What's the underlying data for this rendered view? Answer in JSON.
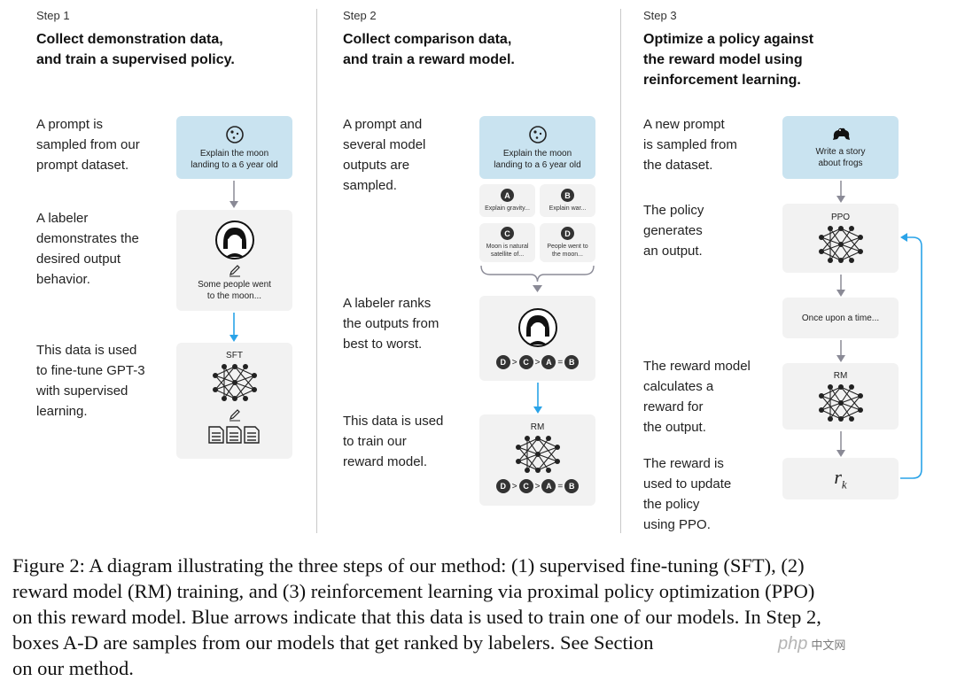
{
  "step1": {
    "label": "Step 1",
    "title_lines": [
      "Collect demonstration data,",
      "and train a supervised policy."
    ],
    "desc1": [
      "A prompt is",
      "sampled from our",
      "prompt dataset."
    ],
    "desc2": [
      "A labeler",
      "demonstrates the",
      "desired output",
      "behavior."
    ],
    "desc3": [
      "This data is used",
      "to fine-tune GPT-3",
      "with supervised",
      "learning."
    ],
    "prompt_box": [
      "Explain the moon",
      "landing to a 6 year old"
    ],
    "demo_box": [
      "Some people went",
      "to the moon..."
    ],
    "model_label": "SFT"
  },
  "step2": {
    "label": "Step 2",
    "title_lines": [
      "Collect comparison data,",
      "and train a reward model."
    ],
    "desc1": [
      "A prompt and",
      "several model",
      "outputs are",
      "sampled."
    ],
    "desc2": [
      "A labeler ranks",
      "the outputs from",
      "best to worst."
    ],
    "desc3": [
      "This data is used",
      "to train our",
      "reward model."
    ],
    "prompt_box": [
      "Explain the moon",
      "landing to a 6 year old"
    ],
    "outputs": [
      {
        "letter": "A",
        "text": [
          "Explain gravity..."
        ]
      },
      {
        "letter": "B",
        "text": [
          "Explain war..."
        ]
      },
      {
        "letter": "C",
        "text": [
          "Moon is natural",
          "satellite of..."
        ]
      },
      {
        "letter": "D",
        "text": [
          "People went to",
          "the moon..."
        ]
      }
    ],
    "ranking": [
      "D",
      ">",
      "C",
      ">",
      "A",
      "=",
      "B"
    ],
    "model_label": "RM"
  },
  "step3": {
    "label": "Step 3",
    "title_lines": [
      "Optimize a policy against",
      "the reward model using",
      "reinforcement learning."
    ],
    "desc1": [
      "A new prompt",
      "is sampled from",
      "the dataset."
    ],
    "desc2": [
      "The policy",
      "generates",
      "an output."
    ],
    "desc3": [
      "The reward model",
      "calculates a",
      "reward for",
      "the output."
    ],
    "desc4": [
      "The reward is",
      "used to update",
      "the policy",
      "using PPO."
    ],
    "prompt_box": [
      "Write a story",
      "about frogs"
    ],
    "policy_label": "PPO",
    "output_text": "Once upon a time...",
    "rm_label": "RM",
    "reward_symbol": "r",
    "reward_sub": "k"
  },
  "caption_lines": [
    "Figure 2: A diagram illustrating the three steps of our method: (1) supervised fine-tuning (SFT), (2)",
    "reward model (RM) training, and (3) reinforcement learning via proximal policy optimization (PPO)",
    "on this reward model. Blue arrows indicate that this data is used to train one of our models. In Step 2,",
    "boxes A-D are samples from our models that get ranked by labelers. See Section",
    "on our method."
  ],
  "watermark": "php",
  "watermark_sub": "中文网",
  "colors": {
    "blue_box": "#c9e3f0",
    "gray_box": "#f2f2f2",
    "blue_arrow": "#2aa3e8",
    "gray_arrow": "#8a8a96"
  }
}
